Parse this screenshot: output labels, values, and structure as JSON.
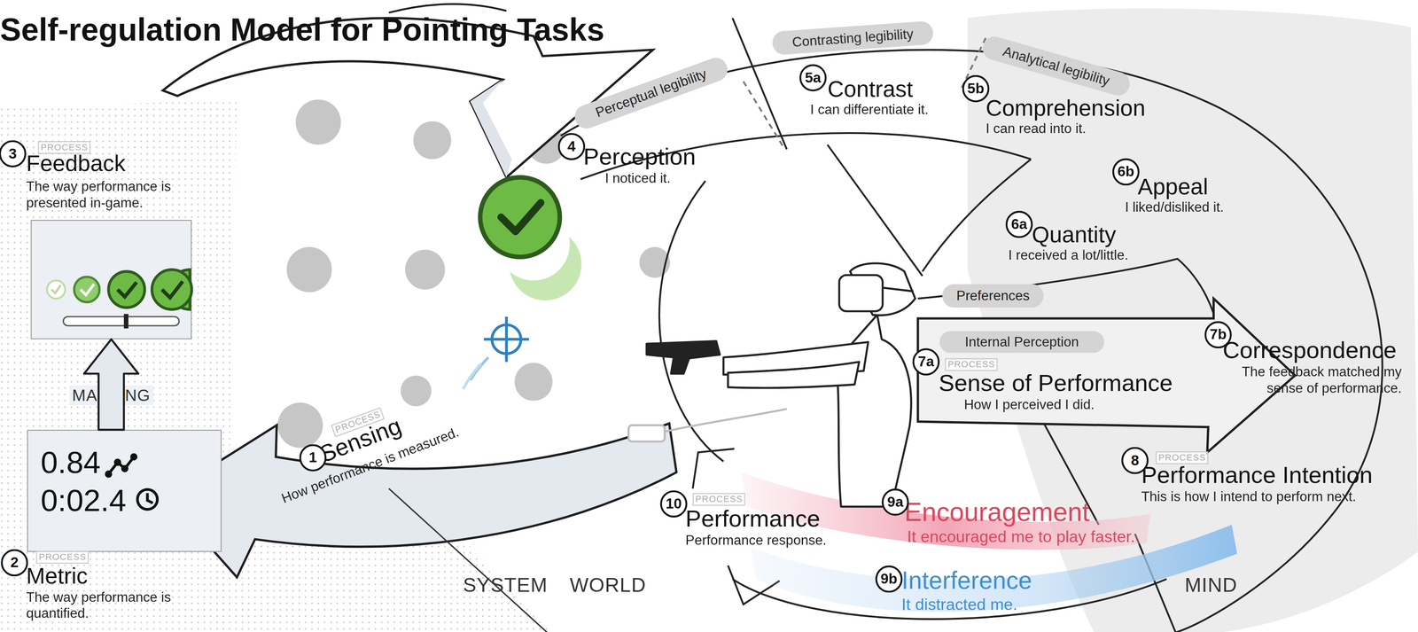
{
  "diagram": {
    "title": "Self-regulation Model for Pointing Tasks",
    "nodes": [
      {
        "text": [
          "Feedback",
          "The way performance is presented in-game."
        ]
      },
      {
        "text": [
          "0.84",
          "0:02.4",
          "Metric",
          "The way performance is quantified."
        ]
      },
      {
        "text": [
          "Sensing",
          "How performance is measured."
        ]
      },
      {
        "text": [
          "Perceptual legibility"
        ]
      },
      {
        "text": [
          "Contrasting legibility"
        ]
      },
      {
        "text": [
          "Analytical legibility"
        ]
      },
      {
        "text": [
          "Perception",
          "I noticed it."
        ]
      },
      {
        "text": [
          "Contrast",
          "I can differentiate it."
        ]
      },
      {
        "text": [
          "Comprehension",
          "I can read into it."
        ]
      },
      {
        "text": [
          "Appeal",
          "I liked/disliked it."
        ]
      },
      {
        "text": [
          "Quantity",
          "I received a lot/little."
        ]
      },
      {
        "text": [
          "Preferences"
        ]
      },
      {
        "text": [
          "Internal Perception"
        ]
      },
      {
        "text": [
          "Sense of Performance",
          "How I perceived I did."
        ]
      },
      {
        "text": [
          "Correspondence",
          "The feedback matched my sense of performance."
        ]
      },
      {
        "text": [
          "Performance Intention",
          "This is how I intend to perform next."
        ]
      },
      {
        "text": [
          "Encouragement",
          "It encouraged me to play faster."
        ]
      },
      {
        "text": [
          "Interference",
          "It distracted me."
        ]
      },
      {
        "text": [
          "Performance",
          "Performance response."
        ]
      }
    ],
    "edges": [
      {
        "from": 1,
        "to": 0,
        "label": "MAPPING",
        "arrow": "to"
      }
    ],
    "labels": [
      "3",
      "PROCESS",
      "2",
      "PROCESS",
      "1",
      "PROCESS",
      "4",
      "5a",
      "5b",
      "6b",
      "6a",
      "7a",
      "PROCESS",
      "7b",
      "8",
      "PROCESS",
      "9a",
      "9b",
      "10",
      "PROCESS",
      "SYSTEM",
      "WORLD",
      "MIND"
    ]
  }
}
